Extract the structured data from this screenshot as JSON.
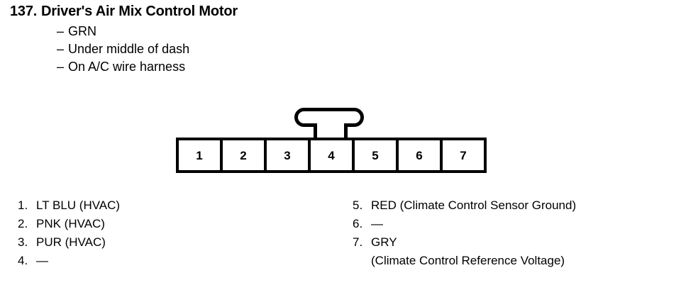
{
  "entry": {
    "number": "137.",
    "title": "Driver's Air Mix Control Motor",
    "attributes": [
      {
        "dash": "–",
        "text": "GRN"
      },
      {
        "dash": "–",
        "text": "Under middle of dash"
      },
      {
        "dash": "–",
        "text": "On A/C wire harness"
      }
    ]
  },
  "connector": {
    "pins": [
      "1",
      "2",
      "3",
      "4",
      "5",
      "6",
      "7"
    ],
    "tab_position_over_pin": "4"
  },
  "legend": {
    "left_column": [
      {
        "num": "1.",
        "value": "LT BLU (HVAC)"
      },
      {
        "num": "2.",
        "value": "PNK (HVAC)"
      },
      {
        "num": "3.",
        "value": "PUR (HVAC)"
      },
      {
        "num": "4.",
        "value": "—"
      }
    ],
    "right_column": [
      {
        "num": "5.",
        "value": "RED (Climate Control Sensor Ground)"
      },
      {
        "num": "6.",
        "value": "—"
      },
      {
        "num": "7.",
        "value": "GRY",
        "continuation": "(Climate Control Reference Voltage)"
      }
    ]
  },
  "colors": {
    "ink": "#000000",
    "page": "#ffffff"
  }
}
